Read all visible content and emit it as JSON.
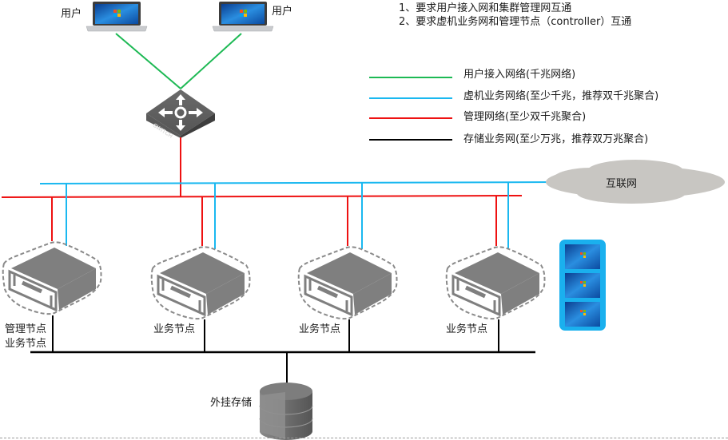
{
  "requirements": [
    "1、要求用户接入网和集群管理网互通",
    "2、要求虚机业务网和管理节点（controller）互通"
  ],
  "legend": [
    {
      "label": "用户接入网络(千兆网络)",
      "color": "#1db954"
    },
    {
      "label": "虚机业务网络(至少千兆，推荐双千兆聚合)",
      "color": "#1ab8f0"
    },
    {
      "label": "管理网络(至少双千兆聚合)",
      "color": "#ee1111"
    },
    {
      "label": "存储业务网(至少万兆，推荐双万兆聚合)",
      "color": "#000000"
    }
  ],
  "colors": {
    "user_net": "#1db954",
    "vm_net": "#1ab8f0",
    "mgmt_net": "#ee1111",
    "storage_net": "#000000",
    "server_gray": "#7f7f7f",
    "cloud_gray": "#c8c6c2",
    "vm_panel": "#1ab0ee"
  },
  "users": [
    {
      "label": "用户"
    },
    {
      "label": "用户"
    }
  ],
  "switch": {
    "label": "SWITCH"
  },
  "internet": {
    "label": "互联网"
  },
  "nodes": [
    {
      "label_lines": [
        "管理节点",
        "业务节点"
      ]
    },
    {
      "label_lines": [
        "业务节点"
      ]
    },
    {
      "label_lines": [
        "业务节点"
      ]
    },
    {
      "label_lines": [
        "业务节点"
      ]
    }
  ],
  "storage": {
    "label": "外挂存储"
  }
}
